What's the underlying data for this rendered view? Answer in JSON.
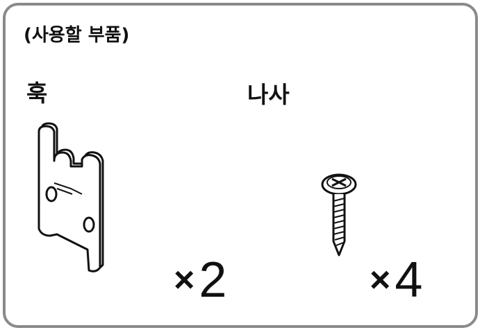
{
  "section_title": "(사용할 부품)",
  "parts": [
    {
      "name": "훅",
      "quantity": "2",
      "icon": "hook-icon"
    },
    {
      "name": "나사",
      "quantity": "4",
      "icon": "screw-icon"
    }
  ],
  "multiply_symbol": "×",
  "colors": {
    "frame_border": "#8a8a8a",
    "text": "#111111"
  }
}
